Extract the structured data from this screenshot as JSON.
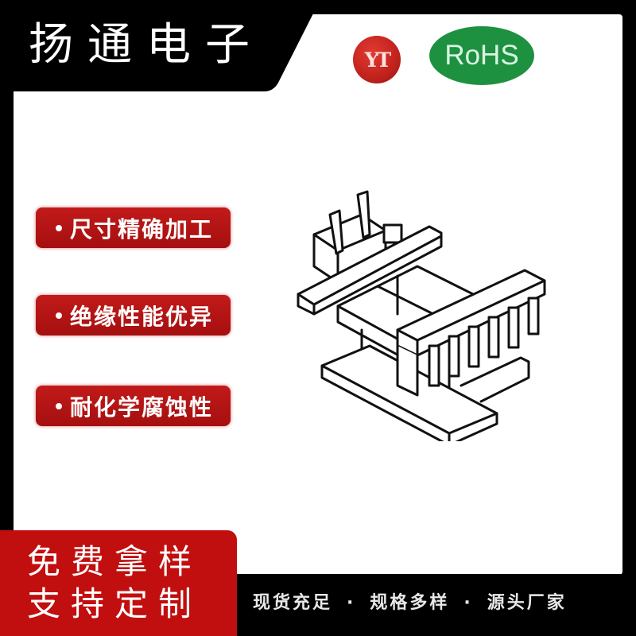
{
  "header": {
    "brand_title": "扬通电子",
    "logo_text": "YT",
    "certification_badge": "RoHS"
  },
  "features": [
    {
      "label": "尺寸精确加工"
    },
    {
      "label": "绝缘性能优异"
    },
    {
      "label": "耐化学腐蚀性"
    }
  ],
  "product": {
    "image_icon": "transformer-bobbin-drawing"
  },
  "promo": {
    "line1": "免费拿样",
    "line2": "支持定制"
  },
  "footer": {
    "items": [
      "现货充足",
      "规格多样",
      "源头厂家"
    ],
    "separator": "·"
  },
  "colors": {
    "brand_red": "#c10e0e",
    "rohs_green": "#1e9141",
    "frame_black": "#000000",
    "background": "#ffffff"
  }
}
